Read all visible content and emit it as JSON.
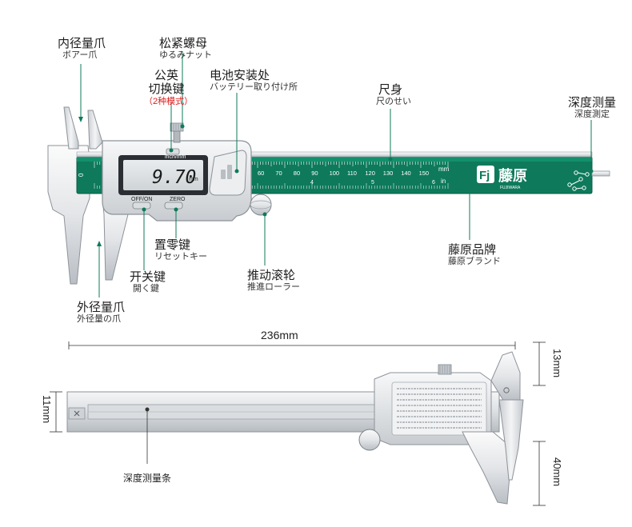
{
  "labels": {
    "inner_jaw": {
      "cn": "内径量爪",
      "jp": "ボアー爪"
    },
    "lock_nut": {
      "cn": "松紧螺母",
      "jp": "ゆるみナット"
    },
    "unit_switch": {
      "cn_line1": "公英",
      "cn_line2": "切换键",
      "note": "（2种模式）"
    },
    "battery": {
      "cn": "电池安装处",
      "jp": "バッテリー取り付け所"
    },
    "ruler_body": {
      "cn": "尺身",
      "jp": "尺のせい"
    },
    "depth_measure": {
      "cn": "深度测量",
      "jp": "深度測定"
    },
    "zero_key": {
      "cn": "置零键",
      "jp": "リセットキー"
    },
    "power_key": {
      "cn": "开关键",
      "jp": "開く鍵"
    },
    "outer_jaw": {
      "cn": "外径量爪",
      "jp": "外径量の爪"
    },
    "thumb_roller": {
      "cn": "推动滚轮",
      "jp": "推進ローラー"
    },
    "brand_label": {
      "cn": "藤原品牌",
      "jp": "藤原ブランド"
    },
    "depth_bar": {
      "cn": "深度测量条"
    }
  },
  "display": {
    "reading": "9.70",
    "unit_small": "mm",
    "top_label": "inch/mm",
    "btn_left": "OFF/ON",
    "btn_right": "ZERO"
  },
  "brand": {
    "logo": "Fj",
    "name": "藤原",
    "sub": "FUJIWARA"
  },
  "scale": {
    "unit": "mm",
    "inch_unit": "in",
    "zero": "0",
    "numbers": [
      "60",
      "70",
      "80",
      "90",
      "100",
      "110",
      "120",
      "130",
      "140",
      "150"
    ],
    "inch_numbers": [
      "4",
      "5",
      "6"
    ]
  },
  "dimensions": {
    "length": "236mm",
    "head_height": "13mm",
    "beam_height": "11mm",
    "jaw_depth": "40mm"
  },
  "colors": {
    "green": "#0e7a5b",
    "steel_light": "#eef0f2",
    "steel_dark": "#9aa0a6"
  }
}
